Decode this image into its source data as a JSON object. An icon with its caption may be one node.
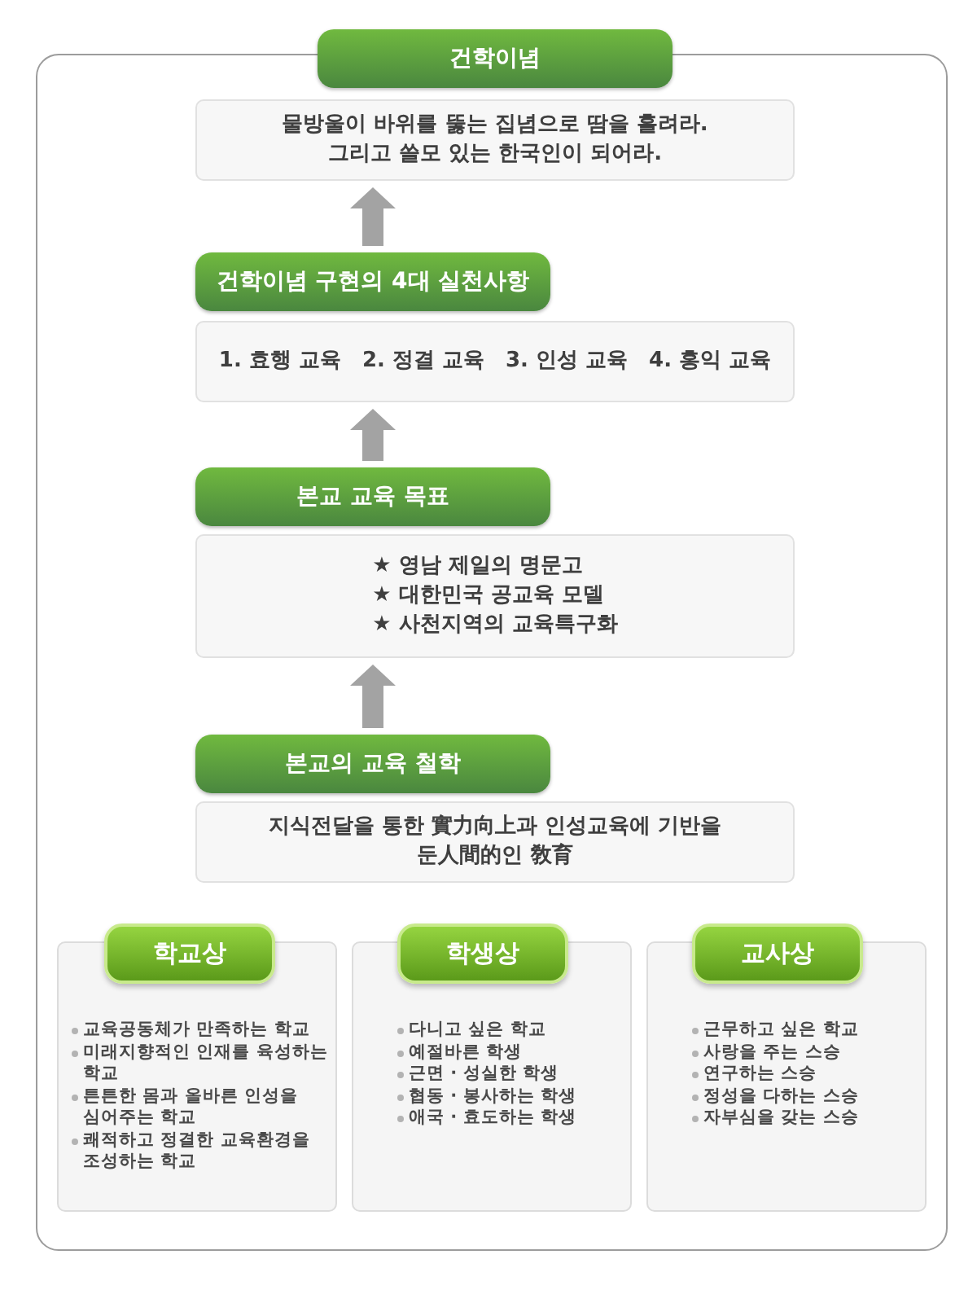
{
  "diagram": {
    "nodes": [
      {
        "text": [],
        "shape": "box"
      },
      {
        "text": [
          "건학이념"
        ]
      },
      {
        "text": [
          "물방울이 바위를 뚫는 집념으로 땀을 흘려라. 그리고 쓸모 있는 한국인이 되어라."
        ],
        "in": 0
      },
      {
        "text": [
          "건학이념 구현의 4대 실천사항"
        ],
        "in": 0
      },
      {
        "text": [
          "1. 효행 교육",
          "2. 정결 교육",
          "3. 인성 교육",
          "4. 홍익 교육"
        ],
        "in": 0
      },
      {
        "text": [
          "본교 교육 목표"
        ],
        "in": 0
      },
      {
        "text": [
          "★ 영남 제일의 명문고",
          "★ 대한민국 공교육 모델",
          "★ 사천지역의 교육특구화"
        ],
        "in": 0
      },
      {
        "text": [
          "본교의 교육 철학"
        ],
        "in": 0
      },
      {
        "text": [
          "지식전달을 통한 實力向上과 인성교육에 기반을 둔人間的인 敎育"
        ],
        "in": 0
      },
      {
        "text": [
          "학교상"
        ],
        "in": 0
      },
      {
        "text": [
          "교육공동체가 만족하는 학교",
          "미래지향적인 인재를 육성하는 학교",
          "튼튼한 몸과 올바른 인성을 심어주는 학교",
          "쾌적하고 정결한 교육환경을 조성하는 학교"
        ],
        "in": 0
      },
      {
        "text": [
          "학생상"
        ],
        "in": 0
      },
      {
        "text": [
          "다니고 싶은 학교",
          "예절바른 학생",
          "근면 · 성실한 학생",
          "협동 · 봉사하는 학생",
          "애국 · 효도하는 학생"
        ],
        "in": 0
      },
      {
        "text": [
          "교사상"
        ],
        "in": 0
      },
      {
        "text": [
          "근무하고 싶은 학교",
          "사랑을 주는 스승",
          "연구하는 스승",
          "정성을 다하는 스승",
          "자부심을 갖는 스승"
        ],
        "in": 0
      }
    ],
    "edges": [
      {
        "from": 3,
        "to": 2,
        "arrow": "to"
      },
      {
        "from": 5,
        "to": 4,
        "arrow": "to"
      },
      {
        "from": 7,
        "to": 6,
        "arrow": "to"
      }
    ]
  }
}
